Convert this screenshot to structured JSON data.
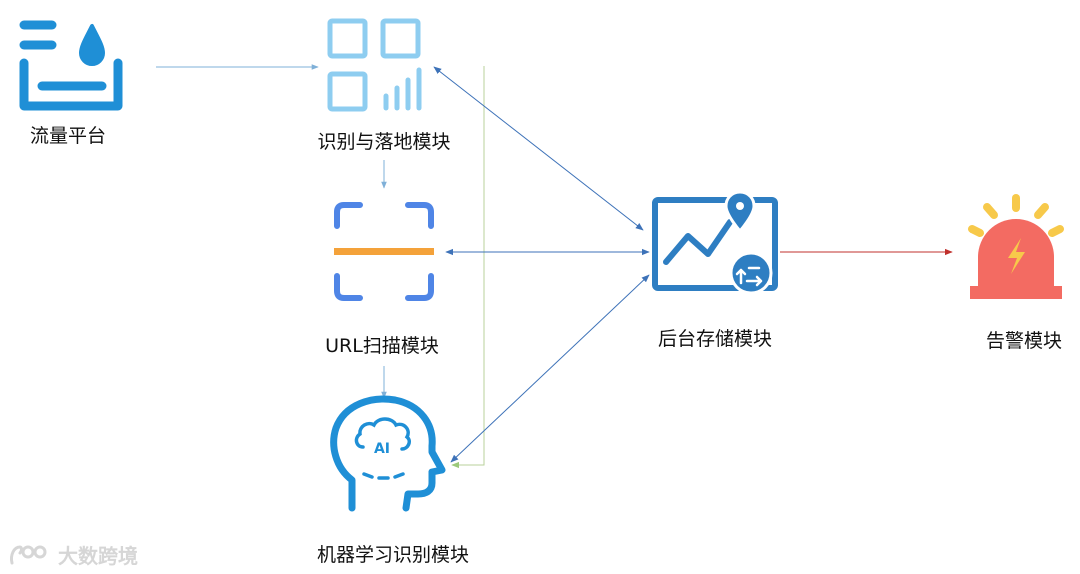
{
  "nodes": {
    "traffic_platform": "流量平台",
    "identify_landing": "识别与落地模块",
    "url_scan": "URL扫描模块",
    "ml_identify": "机器学习识别模块",
    "backend_storage": "后台存储模块",
    "alert": "告警模块"
  },
  "ai_badge": "AI",
  "watermark": {
    "text": "大数跨境"
  },
  "colors": {
    "arrow_blue": "#3d72b8",
    "arrow_light": "#7fb0d8",
    "arrow_red": "#c0302c",
    "feedback_line": "#b9d29b",
    "icon_blue": "#1f8fd6",
    "icon_light_blue": "#8ecdf0",
    "scan_blue": "#4f85e6",
    "scan_orange": "#f4a23a",
    "storage_blue": "#2e7ec2",
    "alarm_red": "#f36b62",
    "alarm_yellow": "#f7c94a"
  }
}
